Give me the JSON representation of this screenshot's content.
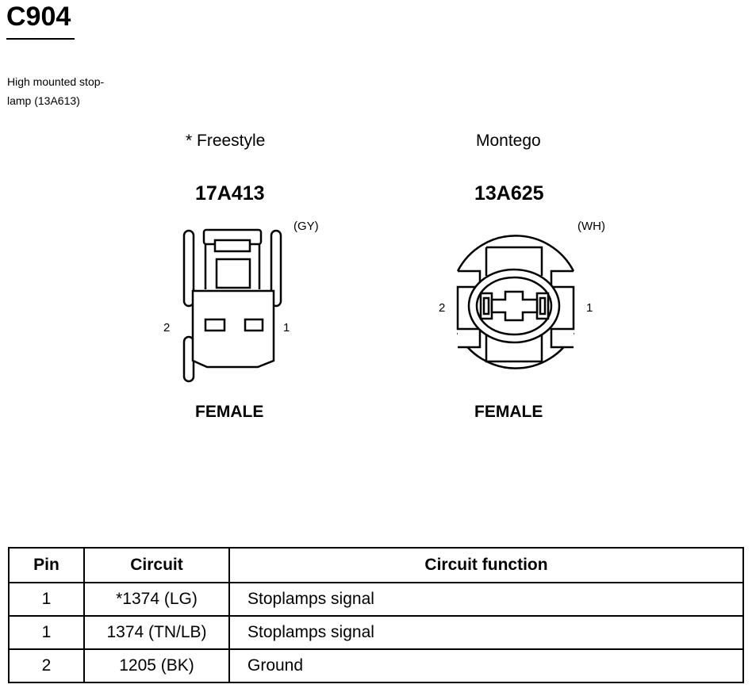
{
  "connector": {
    "id": "C904",
    "description_line1": "High mounted stop-",
    "description_line2": "lamp (13A613)"
  },
  "variants": [
    {
      "label": "* Freestyle",
      "part_number": "17A413",
      "color": "(GY)",
      "gender": "FEMALE",
      "pin_left": "2",
      "pin_right": "1"
    },
    {
      "label": "Montego",
      "part_number": "13A625",
      "color": "(WH)",
      "gender": "FEMALE",
      "pin_left": "2",
      "pin_right": "1"
    }
  ],
  "table": {
    "headers": [
      "Pin",
      "Circuit",
      "Circuit function"
    ],
    "rows": [
      [
        "1",
        "*1374 (LG)",
        "Stoplamps signal"
      ],
      [
        "1",
        "1374 (TN/LB)",
        "Stoplamps signal"
      ],
      [
        "2",
        "1205 (BK)",
        "Ground"
      ]
    ]
  }
}
